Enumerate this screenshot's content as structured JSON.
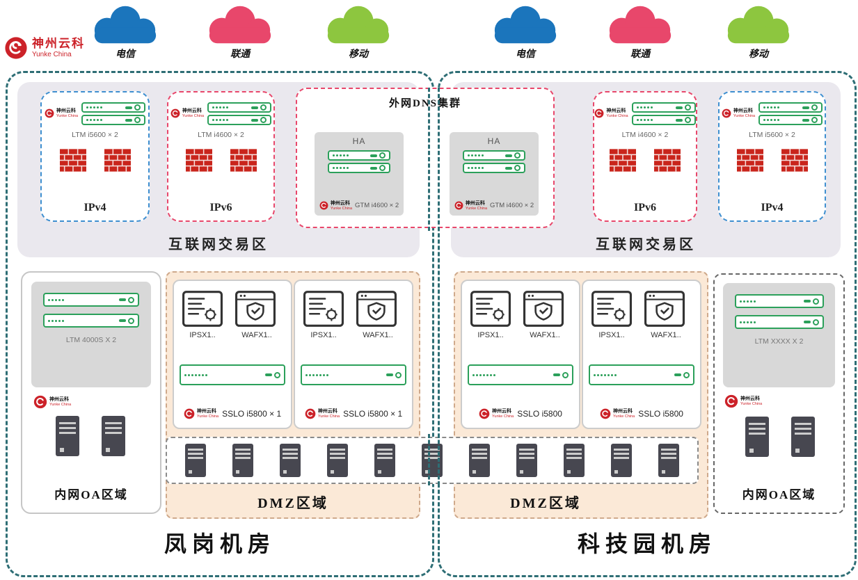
{
  "brand": {
    "cn": "神州云科",
    "en": "Yunke China"
  },
  "isps": {
    "left": [
      {
        "label": "电信",
        "color": "#1b75bc"
      },
      {
        "label": "联通",
        "color": "#e8476b"
      },
      {
        "label": "移动",
        "color": "#8dc63f"
      }
    ],
    "right": [
      {
        "label": "电信",
        "color": "#1b75bc"
      },
      {
        "label": "联通",
        "color": "#e8476b"
      },
      {
        "label": "移动",
        "color": "#8dc63f"
      }
    ]
  },
  "dns_cluster": {
    "title": "外网DNS集群",
    "ha_label": "HA",
    "device_left": "GTM i4600 × 2",
    "device_right": "GTM i4600 × 2"
  },
  "dc_left": {
    "name": "凤岗机房",
    "internet_zone_label": "互联网交易区",
    "ipv4": {
      "label": "IPv4",
      "device": "LTM i5600 × 2"
    },
    "ipv6": {
      "label": "IPv6",
      "device": "LTM i4600 × 2"
    },
    "oa": {
      "label": "内网OA区域",
      "device": "LTM 4000S X 2"
    },
    "dmz": {
      "label": "DMZ区域",
      "groups": [
        {
          "ips": "IPSX1..",
          "waf": "WAFX1..",
          "sslo": "SSLO i5800 × 1"
        },
        {
          "ips": "IPSX1..",
          "waf": "WAFX1..",
          "sslo": "SSLO i5800 × 1"
        }
      ]
    }
  },
  "dc_right": {
    "name": "科技园机房",
    "internet_zone_label": "互联网交易区",
    "ipv6": {
      "label": "IPv6",
      "device": "LTM i4600 × 2"
    },
    "ipv4": {
      "label": "IPv4",
      "device": "LTM i5600 × 2"
    },
    "oa": {
      "label": "内网OA区域",
      "device": "LTM XXXX X 2"
    },
    "dmz": {
      "label": "DMZ区域",
      "groups": [
        {
          "ips": "IPSX1..",
          "waf": "WAFX1..",
          "sslo": "SSLO i5800"
        },
        {
          "ips": "IPSX1..",
          "waf": "WAFX1..",
          "sslo": "SSLO i5800"
        }
      ]
    }
  },
  "colors": {
    "dc_boundary": "#2e6e75",
    "ipv4_border": "#3e8fd0",
    "ipv6_border": "#e8476b",
    "device_green": "#2ba05a",
    "brand_red": "#cc2229",
    "firewall_red": "#c9251c",
    "dmz_bg": "#fbe9d7",
    "internet_zone_bg": "#eae8ee"
  }
}
